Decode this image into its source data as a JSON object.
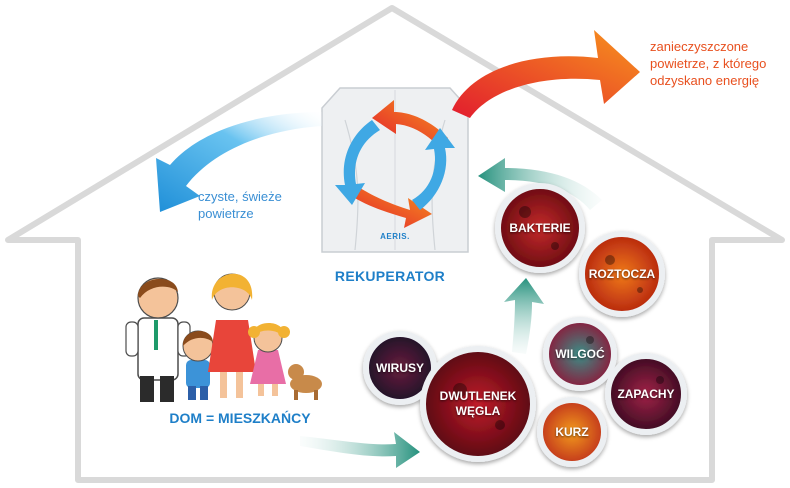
{
  "labels": {
    "exhaust_air": "zanieczyszczone\npowietrze, z którego\nodzyskano energię",
    "fresh_air": "czyste, świeże\npowietrze",
    "device": "REKUPERATOR",
    "device_brand": "AERIS.",
    "home": "DOM = MIESZKAŃCY"
  },
  "pollutants": {
    "bakterie": "BAKTERIE",
    "roztocza": "ROZTOCZA",
    "wirusy": "WIRUSY",
    "wilgoc": "WILGOĆ",
    "co2": "DWUTLENEK\nWĘGLA",
    "zapachy": "ZAPACHY",
    "kurz": "KURZ"
  },
  "colors": {
    "house_outline": "#d7d7d7",
    "fresh_arrow": "#41a9e6",
    "exhaust_arrow": "#f05a23",
    "flow_arrow": "#2e9a86",
    "label_blue": "#1e7fc8",
    "label_orange": "#e8501f"
  }
}
